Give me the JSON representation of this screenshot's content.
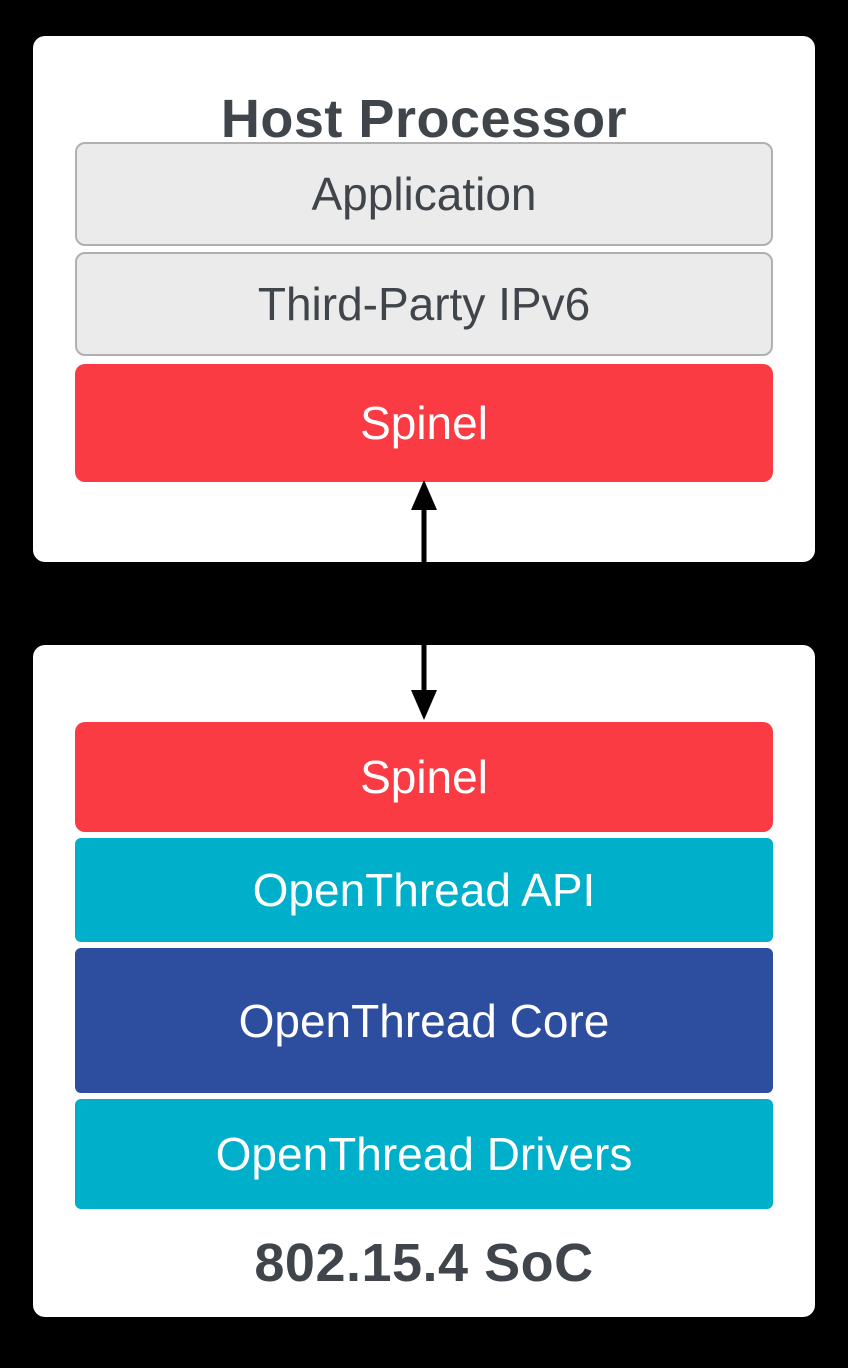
{
  "host": {
    "title": "Host Processor",
    "layers": [
      {
        "label": "Application"
      },
      {
        "label": "Third-Party IPv6"
      },
      {
        "label": "Spinel"
      }
    ]
  },
  "soc": {
    "title": "802.15.4 SoC",
    "layers": [
      {
        "label": "Spinel"
      },
      {
        "label": "OpenThread API"
      },
      {
        "label": "OpenThread Core"
      },
      {
        "label": "OpenThread Drivers"
      }
    ]
  },
  "colors": {
    "background": "#000000",
    "card": "#ffffff",
    "gray-layer": "#ebebeb",
    "gray-border": "#b0b0b0",
    "red": "#fa3b43",
    "cyan": "#00b0cb",
    "blue": "#2d4e9e",
    "title-text": "#3f454a",
    "layer-text": "#3f454a",
    "arrow": "#000000"
  }
}
